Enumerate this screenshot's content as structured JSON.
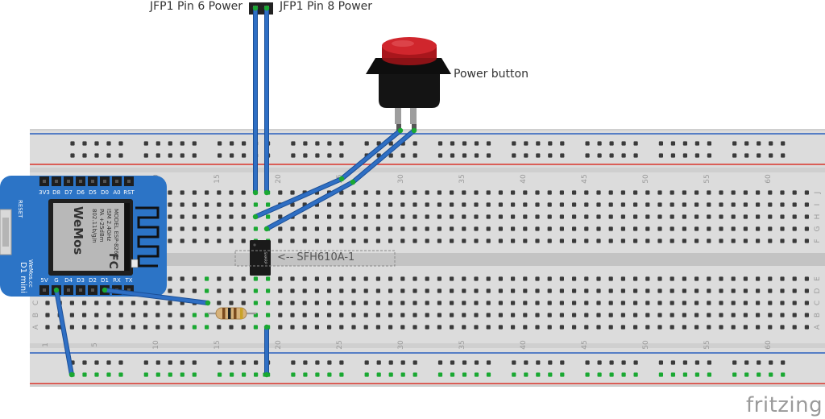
{
  "labels": {
    "jfp1_pin6": "JFP1 Pin 6 Power",
    "jfp1_pin8": "JFP1 Pin 8 Power",
    "power_button": "Power button",
    "optocoupler": "<-- SFH610A-1",
    "watermark": "fritzing"
  },
  "board": {
    "top_pins": [
      "3V3",
      "D8",
      "D7",
      "D6",
      "D5",
      "D0",
      "A0",
      "RST"
    ],
    "bottom_pins": [
      "5V",
      "G",
      "D4",
      "D3",
      "D2",
      "D1",
      "RX",
      "TX"
    ],
    "reset": "RESET",
    "name": "D1 mini",
    "site": "WeMos.cc",
    "module_lines": [
      "MODEL ESP-8266",
      "ISM 2.4GHz",
      "PA +25dBm",
      "802.11b/g/n"
    ],
    "brand": "WeMos",
    "fcc": "FC"
  },
  "chip_text": "SHARP",
  "breadboard": {
    "column_numbers": [
      "1",
      "5",
      "10",
      "15",
      "20",
      "25",
      "30",
      "35",
      "40",
      "45",
      "50",
      "55",
      "60"
    ],
    "row_letters_top": [
      "J",
      "I",
      "H",
      "G",
      "F"
    ],
    "row_letters_bottom": [
      "E",
      "D",
      "C",
      "B",
      "A"
    ]
  },
  "colors": {
    "wire": "#2f6fc4",
    "board": "#2c74c6",
    "button_cap": "#d0262d",
    "breadboard": "#dcdcdc",
    "rail_blue": "#2a5ebd",
    "rail_red": "#d9342b",
    "active_hole": "#1aa832"
  }
}
